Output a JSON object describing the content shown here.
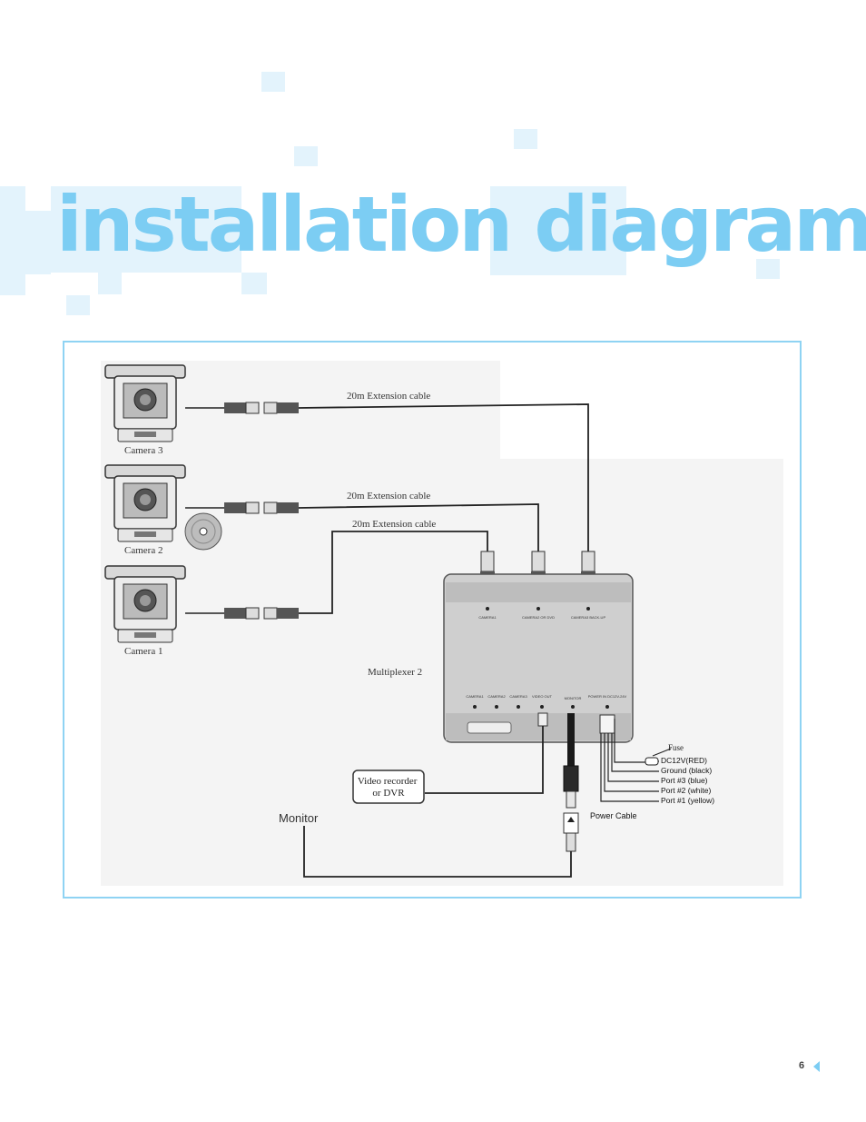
{
  "page": {
    "title": "installation diagram",
    "page_number": "6",
    "accent_color": "#7ccdf3"
  },
  "diagram": {
    "cameras": [
      {
        "label": "Camera 3"
      },
      {
        "label": "Camera 2"
      },
      {
        "label": "Camera 1"
      }
    ],
    "cables": [
      {
        "label": "20m Extension cable"
      },
      {
        "label": "20m Extension cable"
      },
      {
        "label": "20m Extension cable"
      }
    ],
    "multiplexer_label": "Multiplexer 2",
    "top_ports": [
      "CAMERA1",
      "CAMERA2 OR DVD",
      "CAMERA3 BACK-UP"
    ],
    "bottom_ports": [
      "CAMERA1",
      "CAMERA2",
      "CAMERA3",
      "VIDEO OUT",
      "MONITOR",
      "POWER IN DC12V-24V"
    ],
    "video_recorder_label": "Video recorder or DVR",
    "monitor_label": "Monitor",
    "power_cable_label": "Power Cable",
    "fuse_label": "Fuse",
    "wires": [
      {
        "label": "DC12V(RED)",
        "color": "#d32f2f"
      },
      {
        "label": "Ground (black)",
        "color": "#111111"
      },
      {
        "label": "Port #3 (blue)",
        "color": "#1565c0"
      },
      {
        "label": "Port #2 (white)",
        "color": "#cccccc"
      },
      {
        "label": "Port #1 (yellow)",
        "color": "#f9a825"
      }
    ]
  }
}
